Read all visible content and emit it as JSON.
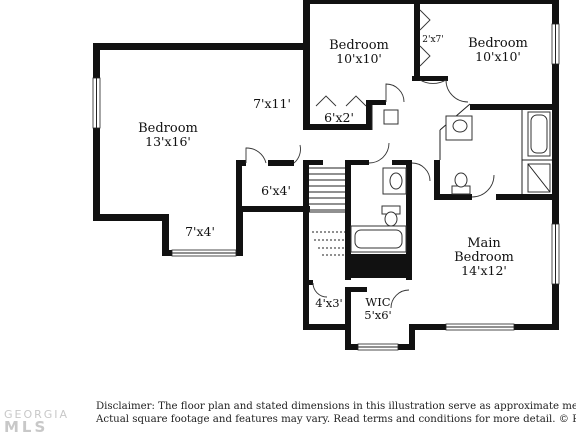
{
  "rooms": {
    "bedroom_left": {
      "name": "Bedroom",
      "dims": "13'x16'"
    },
    "bedroom_mid": {
      "name": "Bedroom",
      "dims": "10'x10'"
    },
    "bedroom_right": {
      "name": "Bedroom",
      "dims": "10'x10'"
    },
    "main_bedroom": {
      "name": "Main Bedroom",
      "name_line1": "Main",
      "name_line2": "Bedroom",
      "dims": "14'x12'"
    },
    "wic": {
      "name": "WIC",
      "dims": "5'x6'"
    }
  },
  "spaces": {
    "closet_7x11": "7'x11'",
    "closet_6x2": "6'x2'",
    "closet_2x7": "2'x7'",
    "closet_6x4": "6'x4'",
    "nook_7x4": "7'x4'",
    "closet_4x3": "4'x3'"
  },
  "disclaimer": {
    "line1": "Disclaimer: The floor plan and stated dimensions in this illustration serve as approximate measurements",
    "line2": "Actual square footage and features may vary. Read terms and conditions for more detail. © PlanOmatic"
  },
  "watermark": {
    "line1": "GEORGIA",
    "line2": "MLS"
  }
}
